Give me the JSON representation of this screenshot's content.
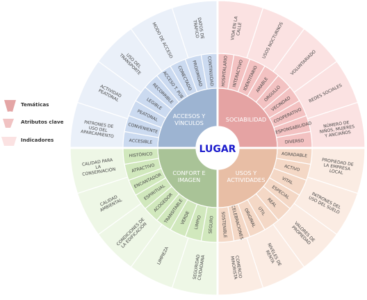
{
  "center": {
    "label": "LUGAR",
    "color": "#1a1acc"
  },
  "legend": [
    {
      "label": "Temáticas",
      "color": "#e4a5a5"
    },
    {
      "label": "Atributos clave",
      "color": "#f1c3c3"
    },
    {
      "label": "Indicadores",
      "color": "#fbe2e2"
    }
  ],
  "quadrants": [
    {
      "theme": "SOCIABILIDAD",
      "colors": {
        "theme": "#e5a3a3",
        "attribute": "#f3c2c2",
        "indicator": "#fbe2e2",
        "text": "#444444"
      },
      "attributes": [
        "HOSPITALARIO",
        "INTERACTIVO",
        "IDENTITARIO",
        "AMABLE",
        "ORGULLO",
        "VECINDAD",
        "COOPERATIVO",
        "RESPONSABILIDAD",
        "DIVERSO"
      ],
      "indicators": [
        "VIDA EN LA CALLE",
        "USOS NOCTURNOS",
        "VOLUNTARIADO",
        "REDES SOCIALES",
        "NÚMERO DE NIÑOS, MUJERES Y ANCIANOS"
      ]
    },
    {
      "theme": "USOS Y ACTIVIDADES",
      "colors": {
        "theme": "#e8bea5",
        "attribute": "#f4d8c6",
        "indicator": "#fbece3",
        "text": "#444444"
      },
      "attributes": [
        "AGRADABLE",
        "ACTIVO",
        "VITAL",
        "ESPECIAL",
        "REAL",
        "ÚTIL",
        "ORIGINAL",
        "CELEBRACIONES",
        "SOSTENIBLE"
      ],
      "indicators": [
        "PROPIEDAD DE LA EMPRESA LOCAL",
        "PATRONES DEL USO DEL SUELO",
        "VALORES DE PROPIEDAD",
        "NIVELES DE RENTA",
        "COMERCIO MINORISTA"
      ]
    },
    {
      "theme": "CONFORT E IMAGEN",
      "colors": {
        "theme": "#a9c397",
        "attribute": "#d1e8bd",
        "indicator": "#eef7e6",
        "text": "#444444"
      },
      "attributes": [
        "SEGURO",
        "LIMPIO",
        "VERDE",
        "TRANSITABLE",
        "ACOGEDOR",
        "ESPIRITUAL",
        "ENCANTADOR",
        "ATRACTIVO",
        "HISTÓRICO"
      ],
      "indicators": [
        "SEGURIDAD CIUDADANA",
        "LIMPIEZA",
        "CONDICIONES DE LA EDIFICACIÓN",
        "CALIDAD AMBIENTAL",
        "CALIDAD PARA LA CONSERVACIÓN"
      ]
    },
    {
      "theme": "ACCESOS Y VÍNCULOS",
      "colors": {
        "theme": "#9db4d2",
        "attribute": "#cbdaf0",
        "indicator": "#eaf0f9",
        "text": "#444444"
      },
      "attributes": [
        "ACCESIBLE",
        "CONVENIENTE",
        "PEATONAL",
        "LEGIBLE",
        "RECORRIBLE",
        "ACCESO T. PÚB",
        "CONECTADO",
        "PROXIMIDAD",
        "CONTINUIDAD"
      ],
      "indicators": [
        "PATRONES DE USO DEL APARCAMIENTO",
        "ACTIVIDAD PEATONAL",
        "USO DEL TRANSPORTE",
        "MODO DE ACCESO",
        "DATOS DE TRÁFICO"
      ]
    }
  ]
}
